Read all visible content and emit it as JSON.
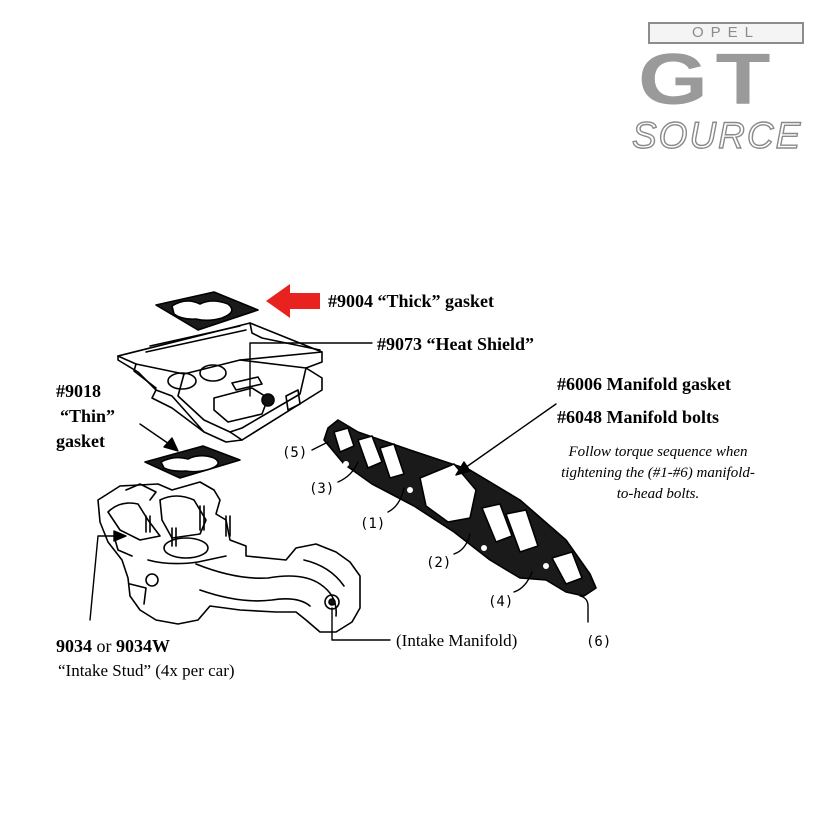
{
  "logo": {
    "opel": "OPEL",
    "gt": "GT",
    "source": "SOURCE"
  },
  "labels": {
    "thick_gasket": "#9004 “Thick” gasket",
    "heat_shield": "#9073 “Heat Shield”",
    "thin_gasket_part": "#9018",
    "thin_gasket_name": "“Thin”",
    "thin_gasket_word": "gasket",
    "manifold_gasket": "#6006  Manifold gasket",
    "manifold_bolts": "#6048  Manifold bolts",
    "torque_note": "Follow torque sequence when tightening the (#1-#6) manifold-to-head bolts.",
    "intake_stud_part_a": "9034",
    "intake_stud_or": "or",
    "intake_stud_part_b": "9034W",
    "intake_stud_desc": "“Intake Stud” (4x per car)",
    "intake_manifold": "(Intake Manifold)"
  },
  "sequence": [
    "(1)",
    "(2)",
    "(3)",
    "(4)",
    "(5)",
    "(6)"
  ],
  "colors": {
    "highlight_arrow": "#e8231f",
    "logo_gray": "#9a9a9a",
    "line": "#000000"
  }
}
